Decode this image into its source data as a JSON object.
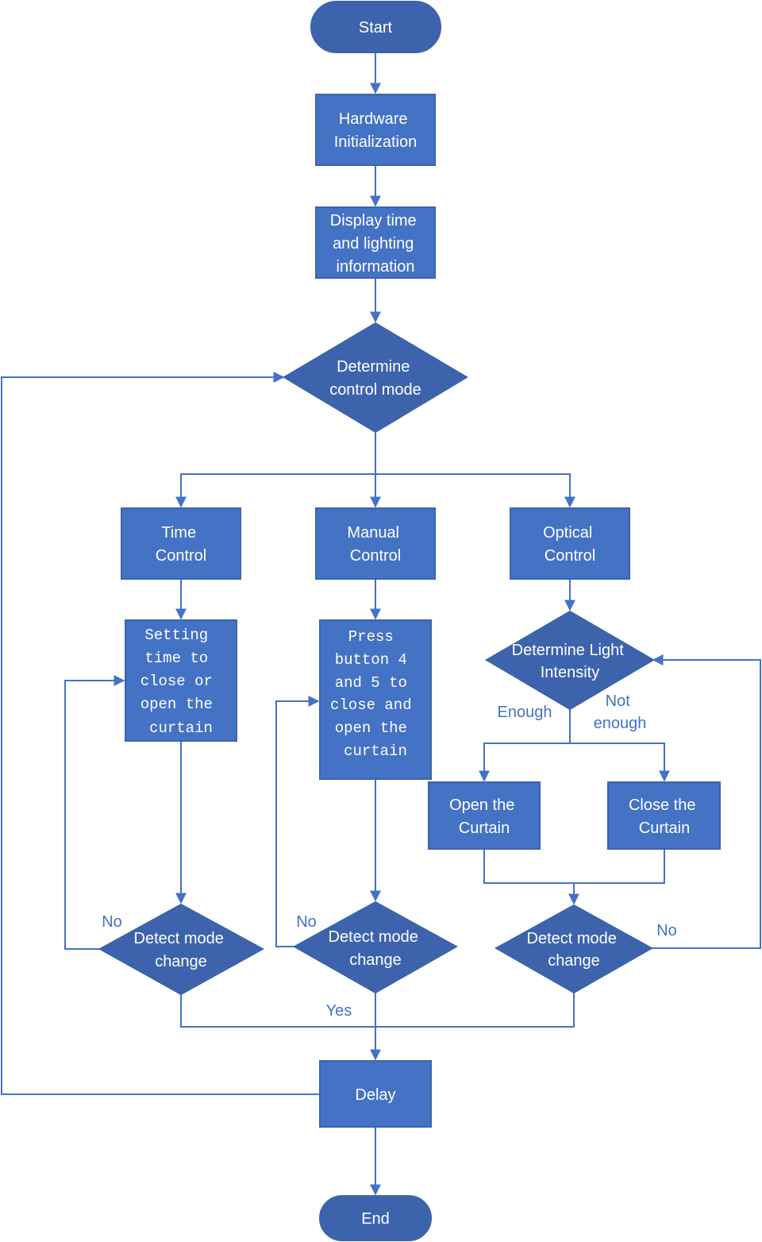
{
  "colors": {
    "node_fill": "#4472c4",
    "node_stroke": "#3b64ad",
    "terminal_fill": "#3d63ad",
    "line": "#4472c4",
    "text": "#ffffff",
    "label": "#4472c4"
  },
  "nodes": {
    "start": "Start",
    "hardware_init": [
      "Hardware",
      "Initialization"
    ],
    "display_info": [
      "Display time",
      "and lighting",
      "information"
    ],
    "determine_mode": [
      "Determine",
      "control mode"
    ],
    "time_control": [
      "Time",
      "Control"
    ],
    "manual_control": [
      "Manual",
      "Control"
    ],
    "optical_control": [
      "Optical",
      "Control"
    ],
    "setting_time": [
      "Setting",
      "time to",
      "close or",
      "open the",
      "curtain"
    ],
    "press_button": [
      "Press",
      "button 4",
      "and 5 to",
      "close and",
      "open the",
      "curtain"
    ],
    "determine_light": [
      "Determine Light",
      "Intensity"
    ],
    "open_curtain": [
      "Open the",
      "Curtain"
    ],
    "close_curtain": [
      "Close the",
      "Curtain"
    ],
    "detect_time": [
      "Detect mode",
      "change"
    ],
    "detect_manual": [
      "Detect mode",
      "change"
    ],
    "detect_optical": [
      "Detect mode",
      "change"
    ],
    "delay": "Delay",
    "end": "End"
  },
  "edge_labels": {
    "enough": "Enough",
    "not_enough": [
      "Not",
      "enough"
    ],
    "no_time": "No",
    "no_manual": "No",
    "no_optical": "No",
    "yes": "Yes"
  }
}
